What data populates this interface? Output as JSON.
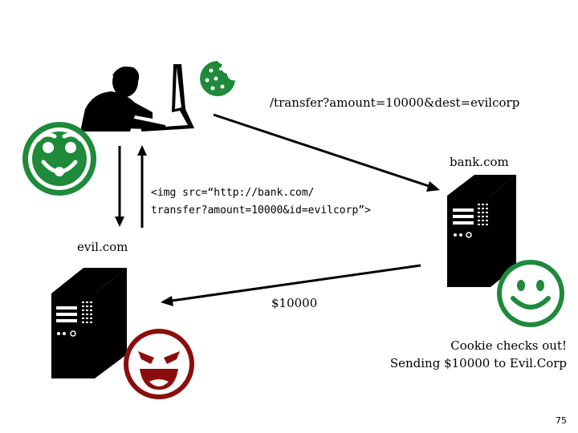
{
  "labels": {
    "request_url": "/transfer?amount=10000&dest=evilcorp",
    "bank_domain": "bank.com",
    "evil_domain": "evil.com",
    "img_tag_line1": "<img src=“http://bank.com/",
    "img_tag_line2": "transfer?amount=10000&id=evilcorp”>",
    "money": "$10000",
    "caption_line1": "Cookie checks out!",
    "caption_line2": "Sending $10000 to Evil.Corp"
  },
  "page_number": "75",
  "icons": {
    "user": "user-at-computer-icon",
    "cookie": "cookie-icon",
    "bank_server": "server-icon",
    "evil_server": "server-icon",
    "smiley_left": "tricky-smiley-icon",
    "smiley_bank": "happy-smiley-icon",
    "smiley_evil": "devil-smiley-icon"
  },
  "colors": {
    "green": "#1e8a3a",
    "dark_red": "#8b0d0d",
    "black": "#000000"
  }
}
